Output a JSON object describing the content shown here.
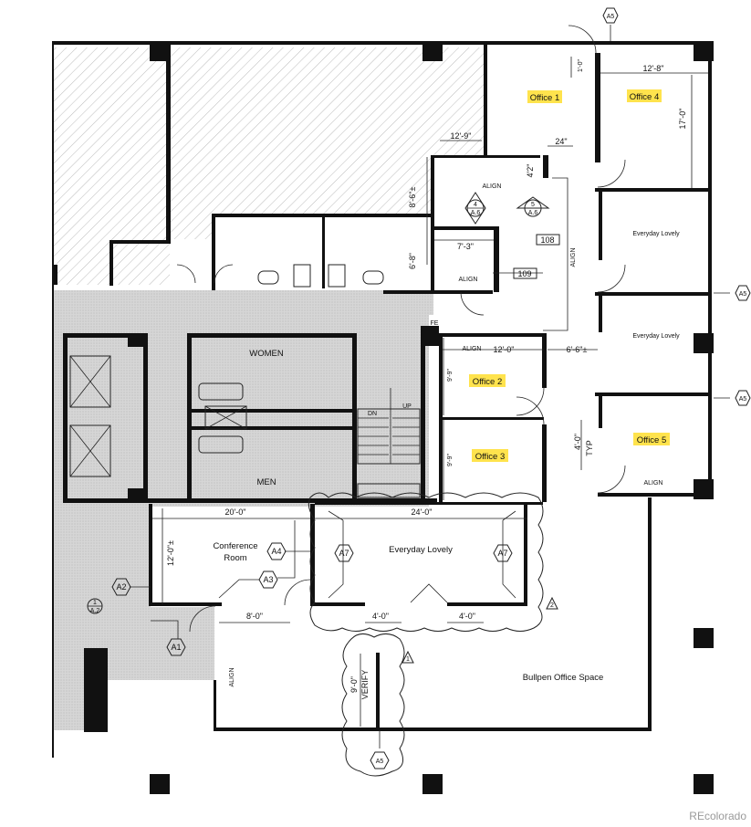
{
  "colors": {
    "highlight": "#ffe34d",
    "hatch": "#bbbbbb",
    "shaded_core": "#d9d9d9",
    "wall": "#111111"
  },
  "rooms": {
    "office1": "Office 1",
    "office2": "Office 2",
    "office3": "Office 3",
    "office4": "Office 4",
    "office5": "Office 5",
    "everyday1": "Everyday Lovely",
    "everyday2": "Everyday Lovely",
    "everyday3": "Everyday Lovely",
    "women": "WOMEN",
    "men": "MEN",
    "conference_l1": "Conference",
    "conference_l2": "Room",
    "bullpen": "Bullpen Office Space",
    "room108": "108",
    "room109": "109",
    "fe": "FE",
    "up": "UP",
    "dn": "DN"
  },
  "dimensions": {
    "d12_8": "12'-8\"",
    "d17_0": "17'-0\"",
    "d1_0": "1'-0\"",
    "d12_9": "12'-9\"",
    "d24": "24\"",
    "d4_2": "4'2\"",
    "d8_6": "8'-6\"±",
    "d6_8": "6'-8\"",
    "d7_3": "7'-3\"",
    "d12_0": "12'-0\"",
    "d6_6": "6'-6\"±",
    "d9_9a": "9'-9\"",
    "d9_9b": "9'-9\"",
    "d4_0typ": "4'-0\"",
    "typ": "TYP",
    "d20_0": "20'-0\"",
    "d24_0": "24'-0\"",
    "d12_0pm": "12'-0\"±",
    "d8_0": "8'-0\"",
    "d4_0a": "4'-0\"",
    "d4_0b": "4'-0\"",
    "d9_0": "9'-0\"",
    "verify": "VERIFY"
  },
  "notes": {
    "align1": "ALIGN",
    "align2": "ALIGN",
    "align3": "ALIGN",
    "align4": "ALIGN",
    "align5": "ALIGN",
    "align6": "ALIGN"
  },
  "tags": {
    "a5_top": "A5",
    "a5_right1": "A5",
    "a5_right2": "A5",
    "a5_bottom": "A5",
    "a4": "A4",
    "a3": "A3",
    "a7_left": "A7",
    "a7_right": "A7",
    "a2": "A2",
    "a1": "A1",
    "sec4_num": "4",
    "sec4_sheet": "A.6",
    "sec5_num": "5",
    "sec5_sheet": "A.6",
    "sec1_num": "1",
    "sec1_sheet": "A.2",
    "rev1": "1",
    "rev2": "2"
  },
  "watermark": "REcolorado"
}
